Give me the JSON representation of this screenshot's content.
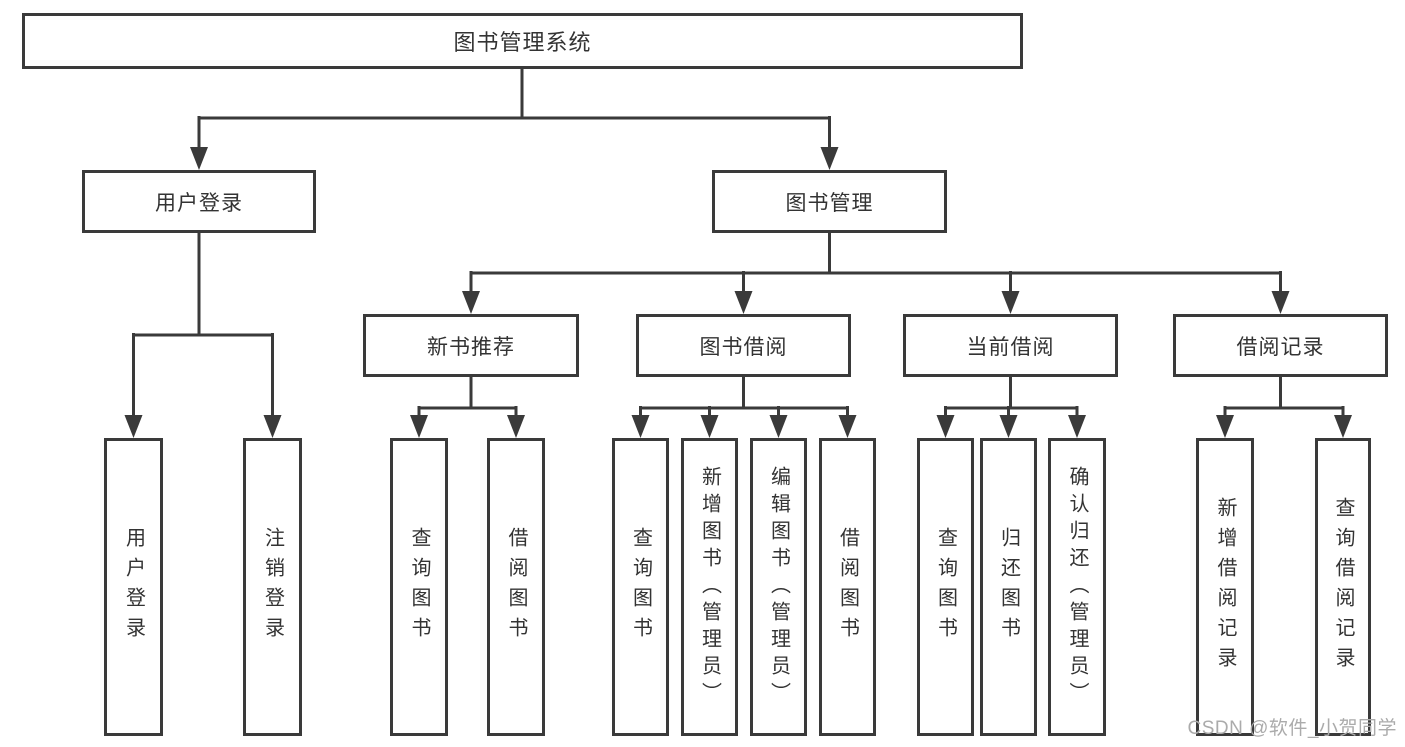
{
  "tree": {
    "root": {
      "label": "图书管理系统",
      "children": [
        {
          "label": "用户登录",
          "children": [
            {
              "label": "用户登录"
            },
            {
              "label": "注销登录"
            }
          ]
        },
        {
          "label": "图书管理",
          "children": [
            {
              "label": "新书推荐",
              "children": [
                {
                  "label": "查询图书"
                },
                {
                  "label": "借阅图书"
                }
              ]
            },
            {
              "label": "图书借阅",
              "children": [
                {
                  "label": "查询图书"
                },
                {
                  "label": "新增图书（管理员）"
                },
                {
                  "label": "编辑图书（管理员）"
                },
                {
                  "label": "借阅图书"
                }
              ]
            },
            {
              "label": "当前借阅",
              "children": [
                {
                  "label": "查询图书"
                },
                {
                  "label": "归还图书"
                },
                {
                  "label": "确认归还（管理员）"
                }
              ]
            },
            {
              "label": "借阅记录",
              "children": [
                {
                  "label": "新增借阅记录"
                },
                {
                  "label": "查询借阅记录"
                }
              ]
            }
          ]
        }
      ]
    }
  },
  "watermark": {
    "text": "CSDN @软件_小贺同学"
  },
  "colors": {
    "line": "#3a3a3a",
    "text": "#333333",
    "box_background": "#ffffff",
    "page_background": "#ffffff",
    "watermark": "#ababab"
  }
}
